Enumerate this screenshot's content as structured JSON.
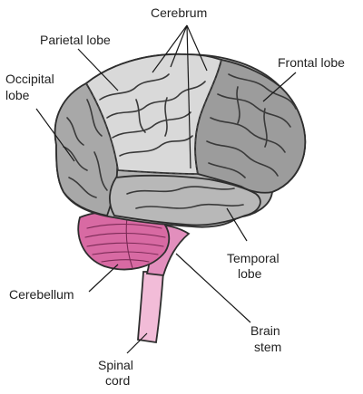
{
  "labels": {
    "cerebrum": "Cerebrum",
    "parietal": "Parietal lobe",
    "frontal": "Frontal lobe",
    "occipital_1": "Occipital",
    "occipital_2": "lobe",
    "temporal_1": "Temporal",
    "temporal_2": "lobe",
    "cerebellum": "Cerebellum",
    "brainstem_1": "Brain",
    "brainstem_2": "stem",
    "spinal_1": "Spinal",
    "spinal_2": "cord"
  },
  "colors": {
    "frontal_gray": "#9c9c9c",
    "parietal_light": "#d9d9d9",
    "occipital_gray": "#a8a8a8",
    "temporal_gray": "#b5b5b5",
    "cerebellum_pink": "#d86aa3",
    "stem_pink": "#e28fbd",
    "spinal_pink": "#f2bcd8"
  }
}
